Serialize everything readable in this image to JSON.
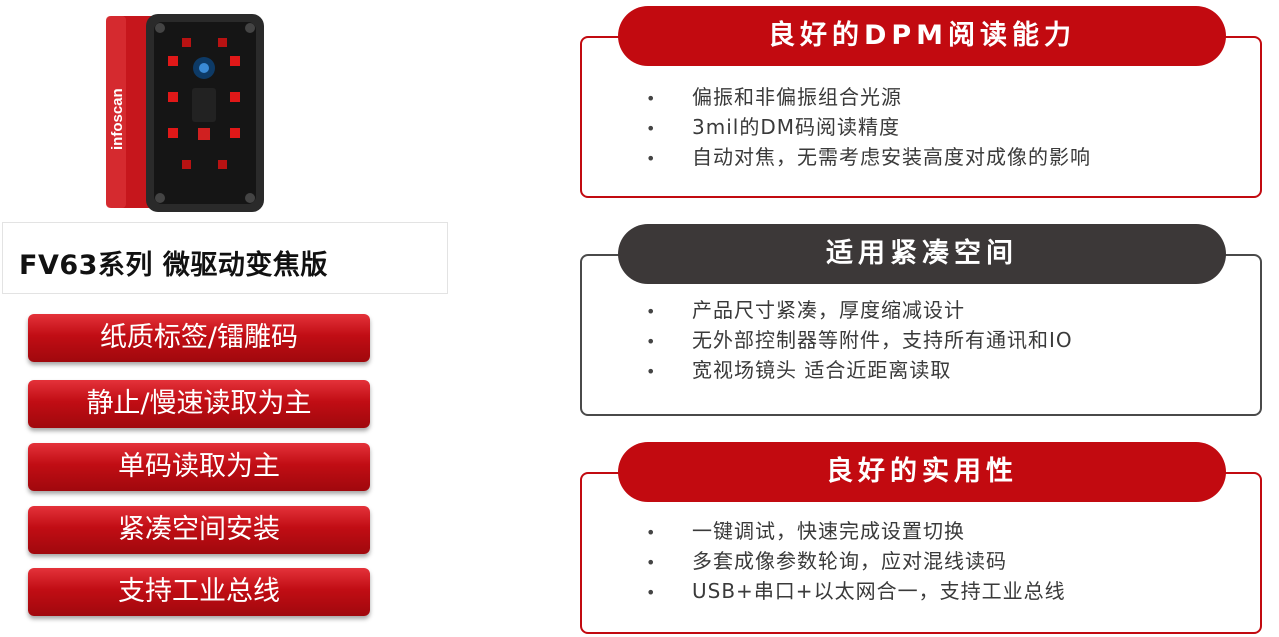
{
  "product": {
    "title": "FV63系列  微驱动变焦版",
    "brand_mark": "infoscan"
  },
  "features": [
    "纸质标签/镭雕码",
    "静止/慢速读取为主",
    "单码读取为主",
    "紧凑空间安装",
    "支持工业总线"
  ],
  "panels": [
    {
      "header": "良好的DPM阅读能力",
      "bullets": [
        "偏振和非偏振组合光源",
        "3mil的DM码阅读精度",
        "自动对焦，无需考虑安装高度对成像的影响"
      ]
    },
    {
      "header": "适用紧凑空间",
      "bullets": [
        "产品尺寸紧凑，厚度缩减设计",
        "无外部控制器等附件，支持所有通讯和IO",
        "宽视场镜头 适合近距离读取"
      ]
    },
    {
      "header": "良好的实用性",
      "bullets": [
        "一键调试，快速完成设置切换",
        "多套成像参数轮询，应对混线读码",
        "USB+串口+以太网合一，支持工业总线"
      ]
    }
  ],
  "bullet_glyph": "•",
  "colors": {
    "brand_red": "#c20a10",
    "dark_header": "#3c3838"
  }
}
